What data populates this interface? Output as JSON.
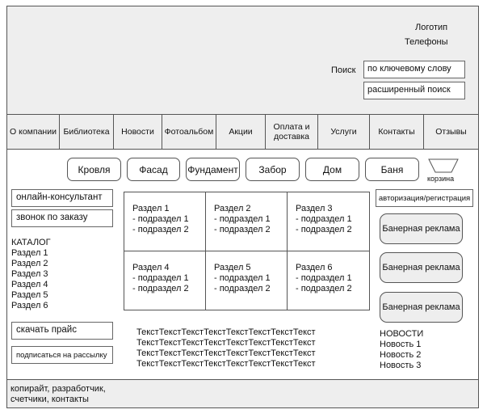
{
  "header": {
    "logo": "Логотип",
    "phones": "Телефоны",
    "search_label": "Поиск",
    "search_keyword": "по ключевому слову",
    "advanced_search": "расширенный поиск"
  },
  "nav": [
    {
      "label": "О компании"
    },
    {
      "label": "Библиотека"
    },
    {
      "label": "Новости"
    },
    {
      "label": "Фотоальбом"
    },
    {
      "label": "Акции"
    },
    {
      "label": "Оплата и доставка"
    },
    {
      "label": "Услуги"
    },
    {
      "label": "Контакты"
    },
    {
      "label": "Отзывы"
    }
  ],
  "categories": [
    {
      "label": "Кровля"
    },
    {
      "label": "Фасад"
    },
    {
      "label": "Фундамент"
    },
    {
      "label": "Забор"
    },
    {
      "label": "Дом"
    },
    {
      "label": "Баня"
    }
  ],
  "cart": {
    "label": "корзина",
    "icon": "basket-icon"
  },
  "left": {
    "online_consultant": "онлайн-консультант",
    "callback": "звонок по заказу",
    "catalog_title": "КАТАЛОГ",
    "catalog_items": [
      "Раздел 1",
      "Раздел 2",
      "Раздел 3",
      "Раздел 4",
      "Раздел 5",
      "Раздел 6"
    ],
    "download_price": "скачать прайс",
    "subscribe": "подписаться на рассылку"
  },
  "sections": [
    {
      "title": "Раздел 1",
      "sub1": "- подраздел 1",
      "sub2": "- подраздел 2"
    },
    {
      "title": "Раздел 2",
      "sub1": "- подраздел 1",
      "sub2": "- подраздел 2"
    },
    {
      "title": "Раздел 3",
      "sub1": "- подраздел 1",
      "sub2": "- подраздел 2"
    },
    {
      "title": "Раздел 4",
      "sub1": "- подраздел 1",
      "sub2": "- подраздел 2"
    },
    {
      "title": "Раздел 5",
      "sub1": "- подраздел 1",
      "sub2": "- подраздел 2"
    },
    {
      "title": "Раздел 6",
      "sub1": "- подраздел 1",
      "sub2": "- подраздел 2"
    }
  ],
  "text_lines": [
    "ТекстТекстТекстТекстТекстТекстТекстТекст",
    "ТекстТекстТекстТекстТекстТекстТекстТекст",
    "ТекстТекстТекстТекстТекстТекстТекстТекст",
    "ТекстТекстТекстТекстТекстТекстТекстТекст"
  ],
  "right": {
    "auth": "авторизация/регистрация",
    "banners": [
      "Банерная реклама",
      "Банерная реклама",
      "Банерная реклама"
    ],
    "news_title": "НОВОСТИ",
    "news_items": [
      "Новость 1",
      "Новость 2",
      "Новость 3"
    ]
  },
  "footer": {
    "line1": "копирайт, разработчик,",
    "line2": "счетчики, контакты"
  },
  "colors": {
    "panel": "#eeeeee",
    "border": "#555555",
    "background": "#ffffff"
  }
}
